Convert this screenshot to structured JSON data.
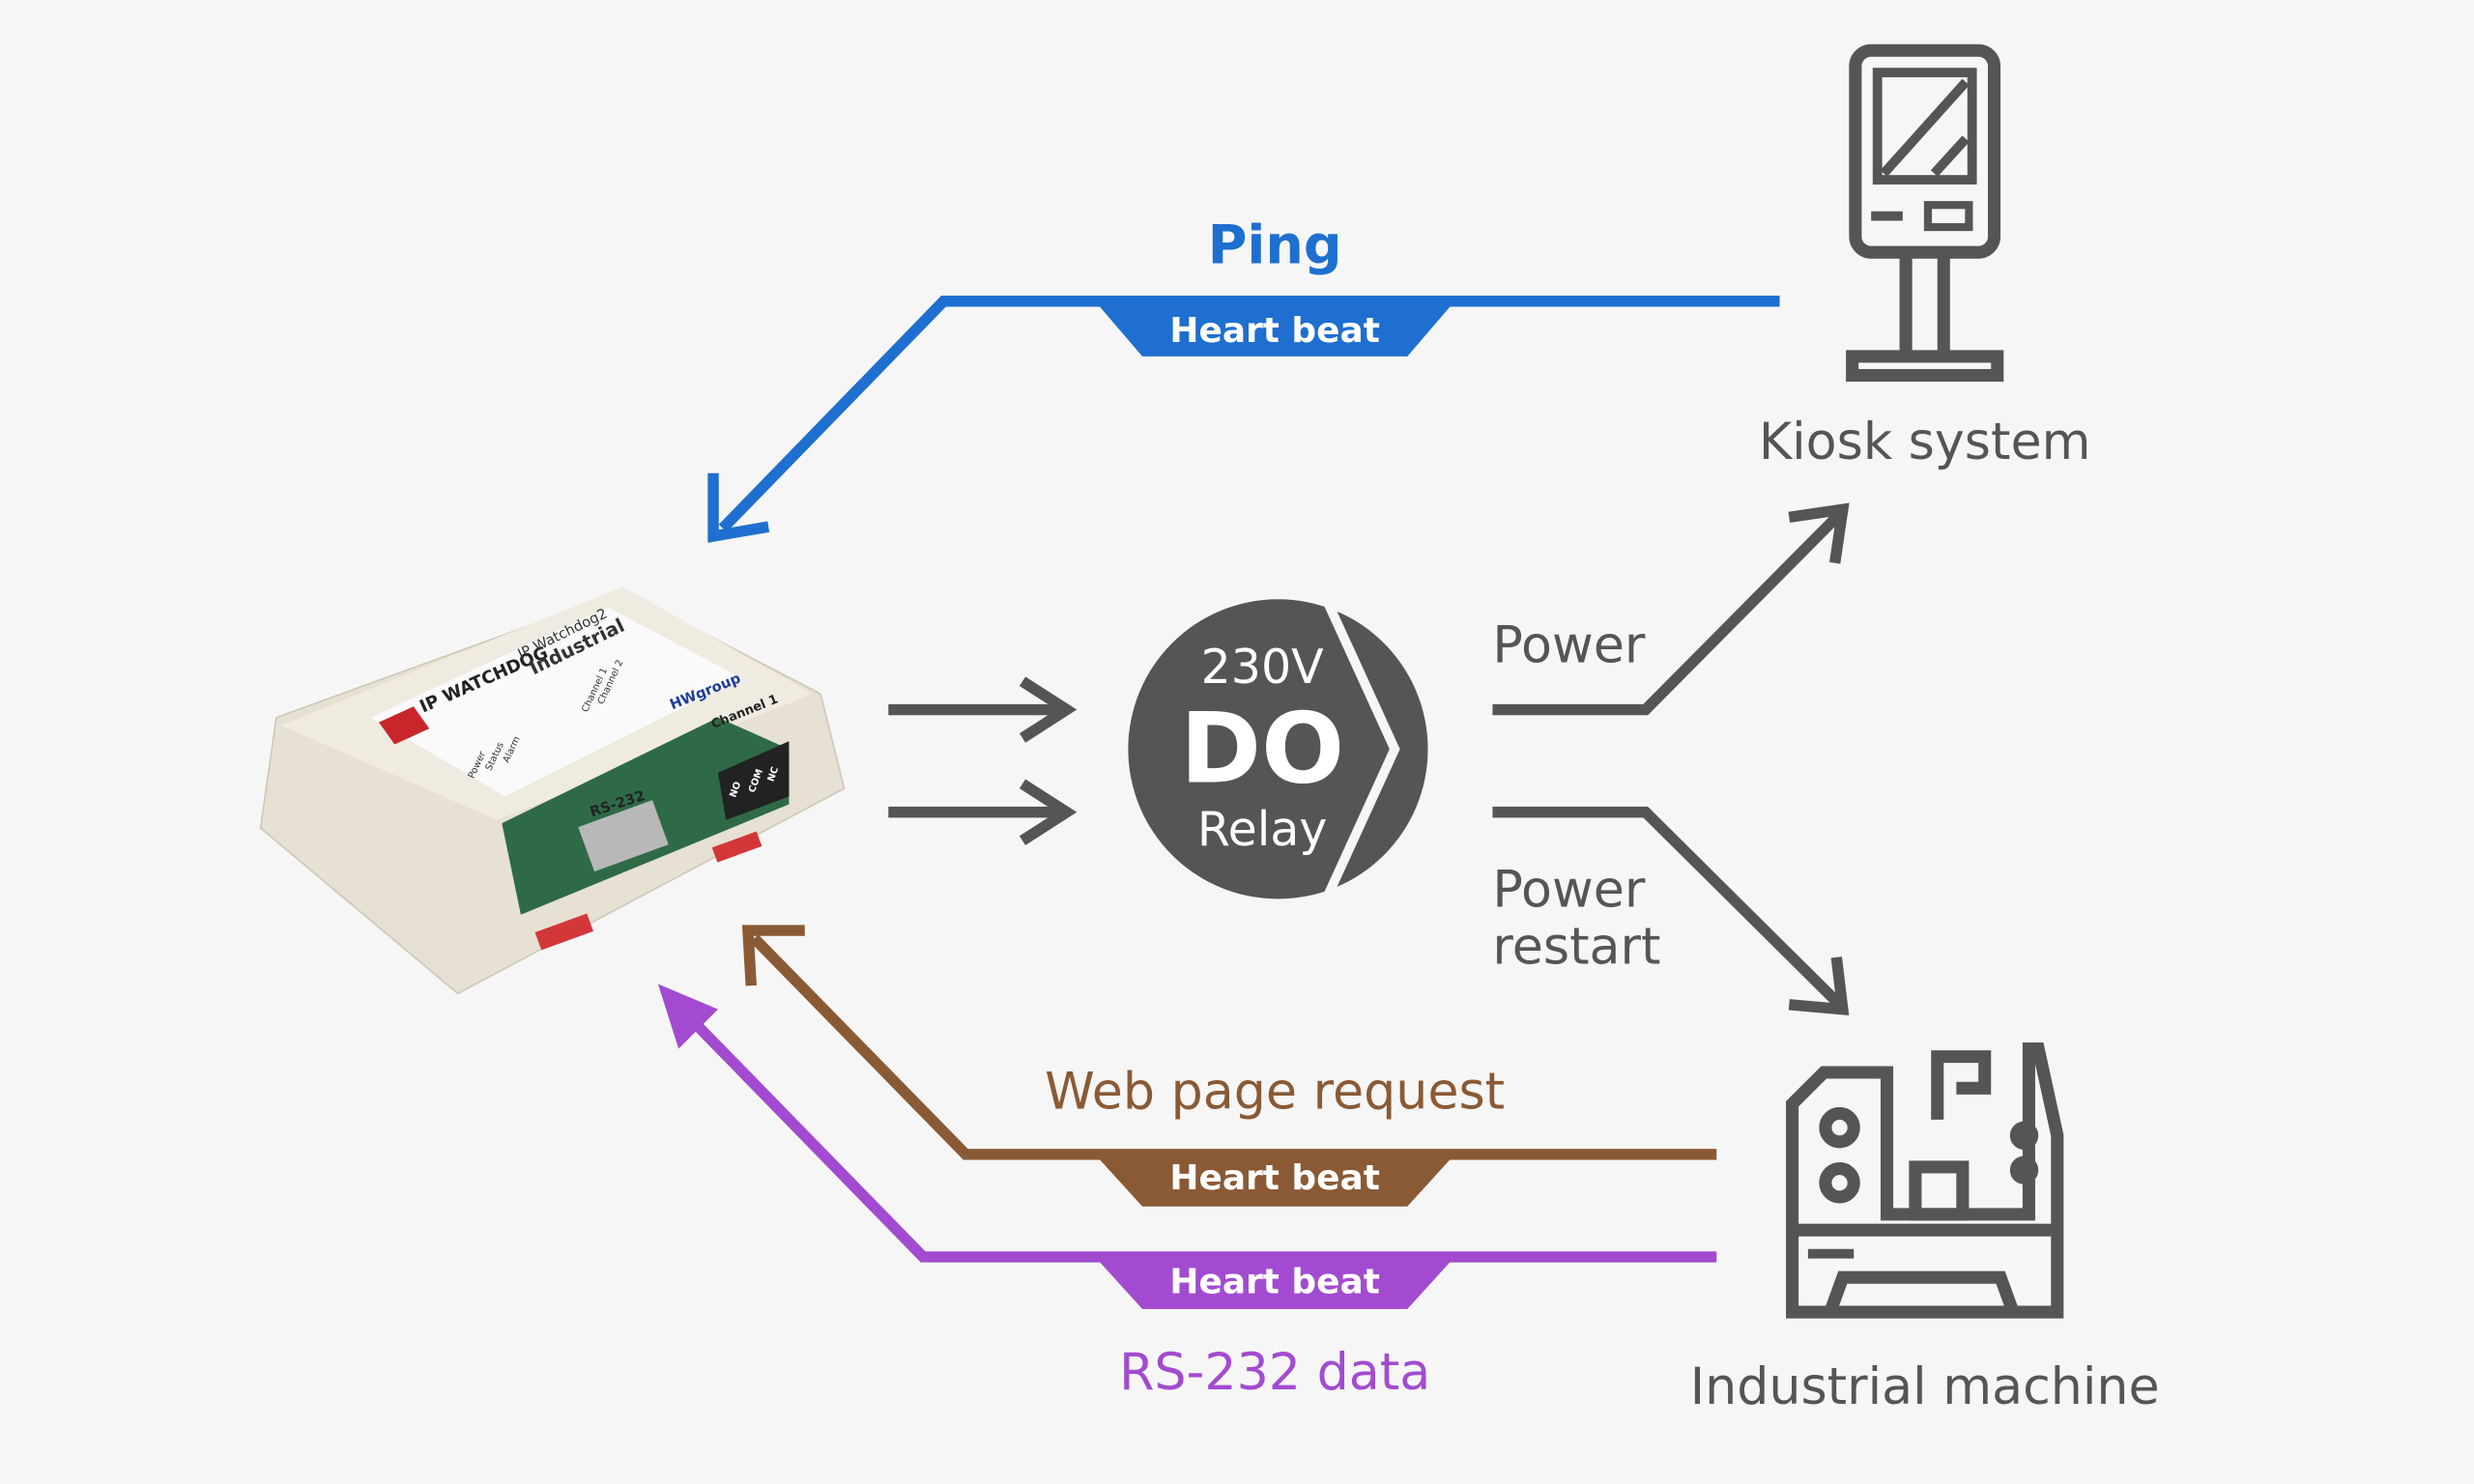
{
  "colors": {
    "background": "#f6f6f6",
    "ping": "#1e6fcf",
    "web": "#8a5a35",
    "rs232": "#a24bd0",
    "neutral": "#555555"
  },
  "ping": {
    "label": "Ping",
    "badge": "Heart beat"
  },
  "web_request": {
    "label": "Web page request",
    "badge": "Heart beat"
  },
  "rs232": {
    "label": "RS-232 data",
    "badge": "Heart beat"
  },
  "relay": {
    "voltage": "230V",
    "type": "DO",
    "name": "Relay"
  },
  "power": {
    "label": "Power"
  },
  "power_restart": {
    "line1": "Power",
    "line2": "restart"
  },
  "kiosk": {
    "label": "Kiosk system",
    "icon": "kiosk-icon"
  },
  "machine": {
    "label": "Industrial machine",
    "icon": "industrial-machine-icon"
  },
  "device": {
    "brand": "IP WATCHDOG",
    "model_line1": "IP Watchdog2",
    "model_line2": "Industrial",
    "vendor": "HWgroup",
    "port": "RS-232",
    "channel": "Channel 1",
    "terminals": [
      "NO",
      "COM",
      "NC"
    ],
    "leds": [
      "Power",
      "Status",
      "Alarm",
      "Channel 1",
      "Channel 2"
    ]
  }
}
